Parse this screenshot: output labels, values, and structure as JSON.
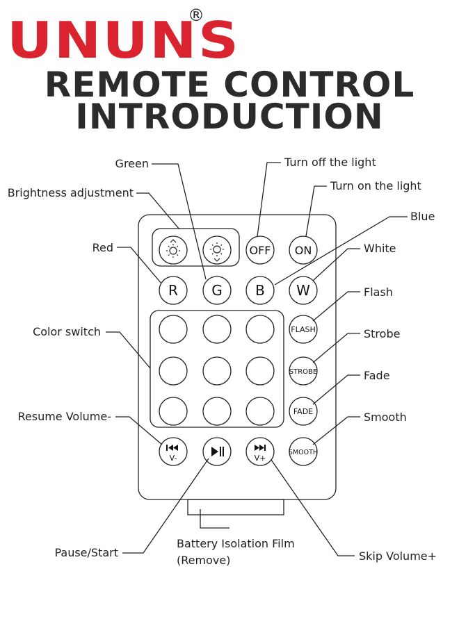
{
  "brand": {
    "logo": "UNUNS",
    "registered": "®"
  },
  "title": {
    "line1": "REMOTE CONTROL",
    "line2": "INTRODUCTION"
  },
  "buttons": {
    "off": "OFF",
    "on": "ON",
    "r": "R",
    "g": "G",
    "b": "B",
    "w": "W",
    "flash": "FLASH",
    "strobe": "STROBE",
    "fade": "FADE",
    "smooth": "SMOOTH",
    "v_minus": "V-",
    "v_plus": "V+"
  },
  "labels": {
    "green": "Green",
    "turn_off": "Turn off the light",
    "turn_on": "Turn on the light",
    "brightness": "Brightness adjustment",
    "blue": "Blue",
    "red": "Red",
    "white": "White",
    "flash": "Flash",
    "color_switch": "Color switch",
    "strobe": "Strobe",
    "fade": "Fade",
    "resume_volume": "Resume Volume-",
    "smooth": "Smooth",
    "pause_start": "Pause/Start",
    "battery_line1": "Battery Isolation Film",
    "battery_line2": "(Remove)",
    "skip_volume": "Skip Volume+"
  },
  "colors": {
    "logo": "#d9232e",
    "title": "#2b2b2b",
    "lines": "#222222"
  },
  "icons": [
    "brightness-up-icon",
    "brightness-down-icon",
    "previous-icon",
    "play-pause-icon",
    "next-icon"
  ]
}
